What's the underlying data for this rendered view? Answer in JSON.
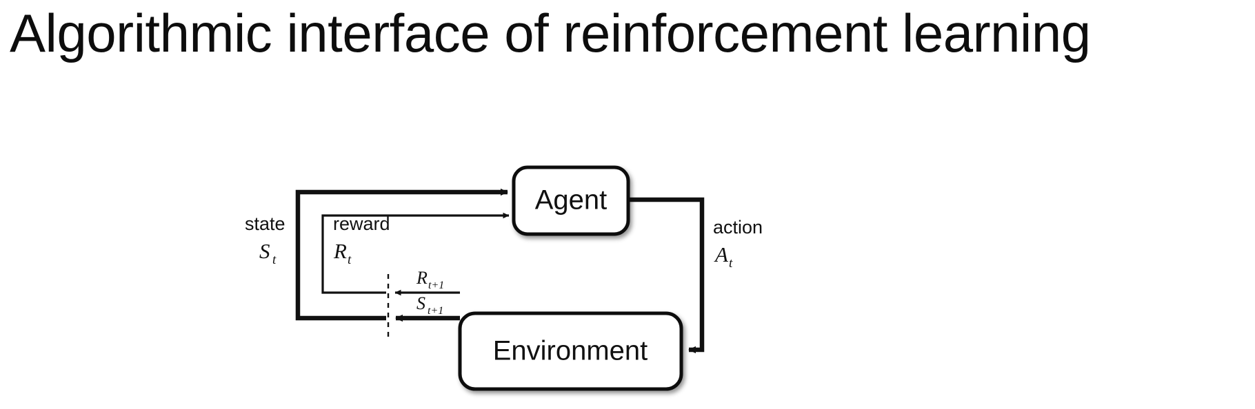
{
  "slide": {
    "title": "Algorithmic interface of reinforcement learning",
    "background_color": "#ffffff",
    "ink_color": "#111111"
  },
  "diagram": {
    "name": "agent-environment-interaction-loop",
    "nodes": [
      {
        "id": "agent",
        "label": "Agent"
      },
      {
        "id": "environment",
        "label": "Environment"
      }
    ],
    "edges": [
      {
        "id": "state",
        "from": "environment",
        "to": "agent",
        "word_label": "state",
        "symbol": "S",
        "subscript": "t",
        "stroke": "thick"
      },
      {
        "id": "reward",
        "from": "environment",
        "to": "agent",
        "word_label": "reward",
        "symbol": "R",
        "subscript": "t",
        "stroke": "thin"
      },
      {
        "id": "action",
        "from": "agent",
        "to": "environment",
        "word_label": "action",
        "symbol": "A",
        "subscript": "t",
        "stroke": "thick"
      }
    ],
    "emitted": [
      {
        "id": "next-reward",
        "symbol": "R",
        "subscript": "t+1"
      },
      {
        "id": "next-state",
        "symbol": "S",
        "subscript": "t+1"
      }
    ],
    "time_boundary": {
      "id": "timestep-divider",
      "style": "dashed"
    }
  }
}
